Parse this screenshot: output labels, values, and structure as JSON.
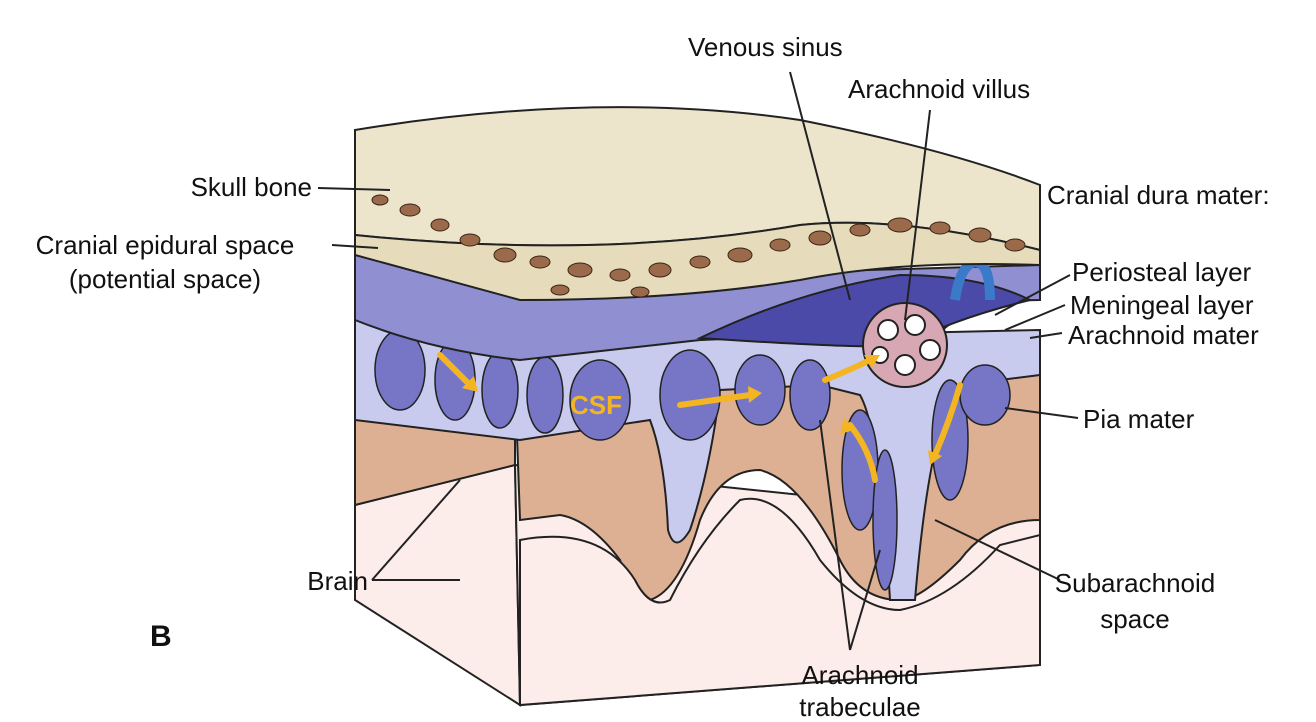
{
  "figure": {
    "panel_letter": "B",
    "colors": {
      "bone": "#ece5cc",
      "bone_pore": "#9b6a4a",
      "dura": "#7776c6",
      "dura_dark": "#4b4aa8",
      "arachnoid_light": "#c8cbee",
      "pia": "#d7a7b4",
      "brain_tan": "#deb093",
      "brain_pale": "#fcecea",
      "vein": "#3b79c9",
      "arrow": "#f4b522",
      "outline": "#222222"
    },
    "labels": {
      "venous_sinus": "Venous sinus",
      "arachnoid_villus": "Arachnoid villus",
      "skull_bone": "Skull bone",
      "cranial_dura_mater": "Cranial dura mater:",
      "cranial_epidural_space": "Cranial epidural space",
      "potential_space": "(potential space)",
      "periosteal_layer": "Periosteal layer",
      "meningeal_layer": "Meningeal layer",
      "arachnoid_mater": "Arachnoid mater",
      "pia_mater": "Pia mater",
      "csf": "CSF",
      "brain": "Brain",
      "subarachnoid_line1": "Subarachnoid",
      "subarachnoid_line2": "space",
      "trabeculae_line1": "Arachnoid",
      "trabeculae_line2": "trabeculae"
    }
  }
}
